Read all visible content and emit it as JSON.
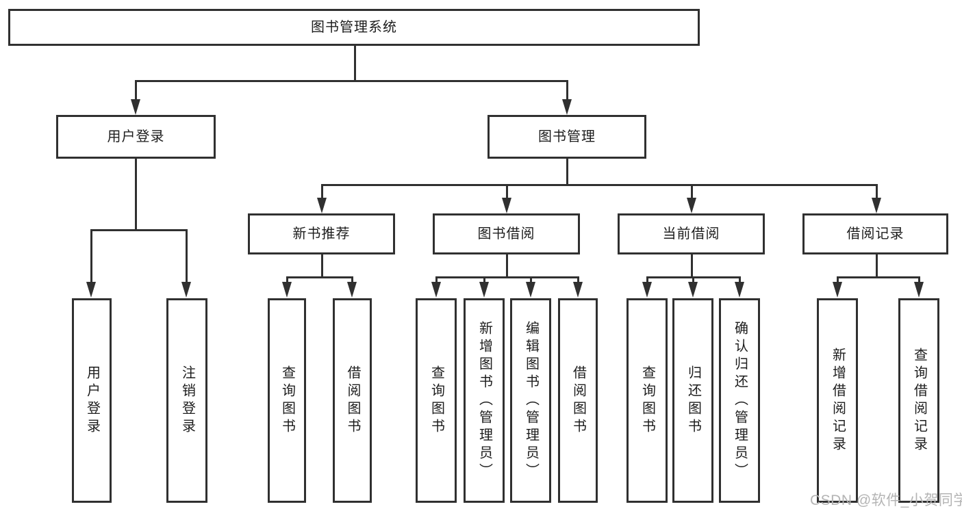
{
  "diagram": {
    "root": "图书管理系统",
    "level2": [
      {
        "label": "用户登录",
        "children": [
          "用户登录",
          "注销登录"
        ]
      },
      {
        "label": "图书管理",
        "groups": [
          {
            "label": "新书推荐",
            "children": [
              "查询图书",
              "借阅图书"
            ]
          },
          {
            "label": "图书借阅",
            "children": [
              "查询图书",
              "新增图书（管理员）",
              "编辑图书（管理员）",
              "借阅图书"
            ]
          },
          {
            "label": "当前借阅",
            "children": [
              "查询图书",
              "归还图书",
              "确认归还（管理员）"
            ]
          },
          {
            "label": "借阅记录",
            "children": [
              "新增借阅记录",
              "查询借阅记录"
            ]
          }
        ]
      }
    ]
  },
  "watermark": {
    "text": "CSDN @软件_小贺同学"
  },
  "colors": {
    "line": "#303030",
    "text": "#1d1d1d",
    "background": "#ffffff",
    "watermark": "#b4b4b4"
  }
}
